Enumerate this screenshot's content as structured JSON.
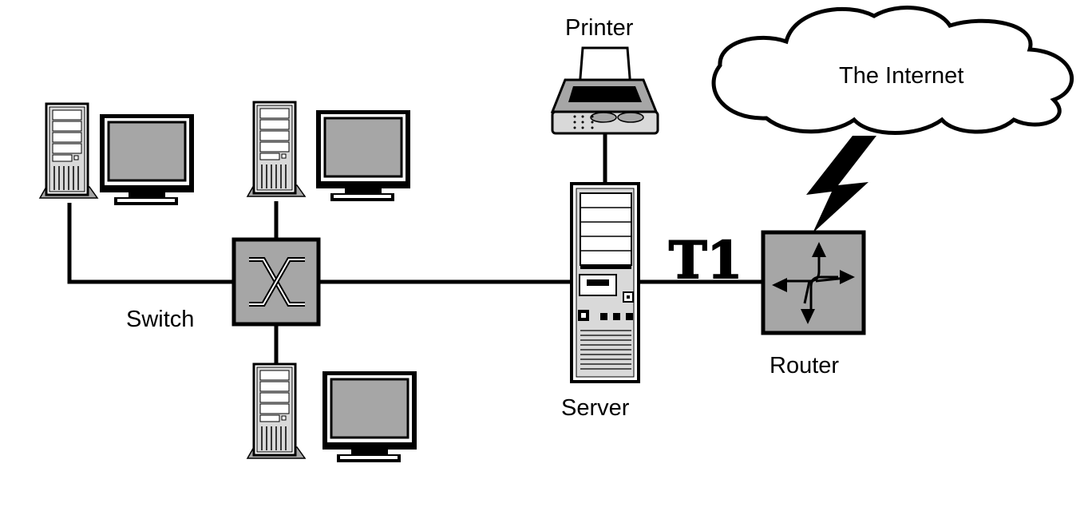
{
  "labels": {
    "printer": "Printer",
    "internet": "The Internet",
    "switch": "Switch",
    "server": "Server",
    "router": "Router",
    "t1": "T1"
  },
  "colors": {
    "device_gray": "#a6a6a6",
    "screen_gray": "#a6a6a6",
    "line": "#000000",
    "background": "#ffffff"
  },
  "nodes": [
    {
      "id": "workstation-1",
      "type": "workstation"
    },
    {
      "id": "workstation-2",
      "type": "workstation"
    },
    {
      "id": "workstation-3",
      "type": "workstation"
    },
    {
      "id": "switch",
      "type": "switch",
      "label": "Switch"
    },
    {
      "id": "server",
      "type": "server",
      "label": "Server"
    },
    {
      "id": "printer",
      "type": "printer",
      "label": "Printer"
    },
    {
      "id": "router",
      "type": "router",
      "label": "Router"
    },
    {
      "id": "internet",
      "type": "cloud",
      "label": "The Internet"
    }
  ],
  "edges": [
    {
      "from": "workstation-1",
      "to": "switch"
    },
    {
      "from": "workstation-2",
      "to": "switch"
    },
    {
      "from": "workstation-3",
      "to": "switch"
    },
    {
      "from": "switch",
      "to": "server"
    },
    {
      "from": "printer",
      "to": "server"
    },
    {
      "from": "server",
      "to": "router",
      "label": "T1"
    },
    {
      "from": "router",
      "to": "internet",
      "style": "lightning"
    }
  ]
}
